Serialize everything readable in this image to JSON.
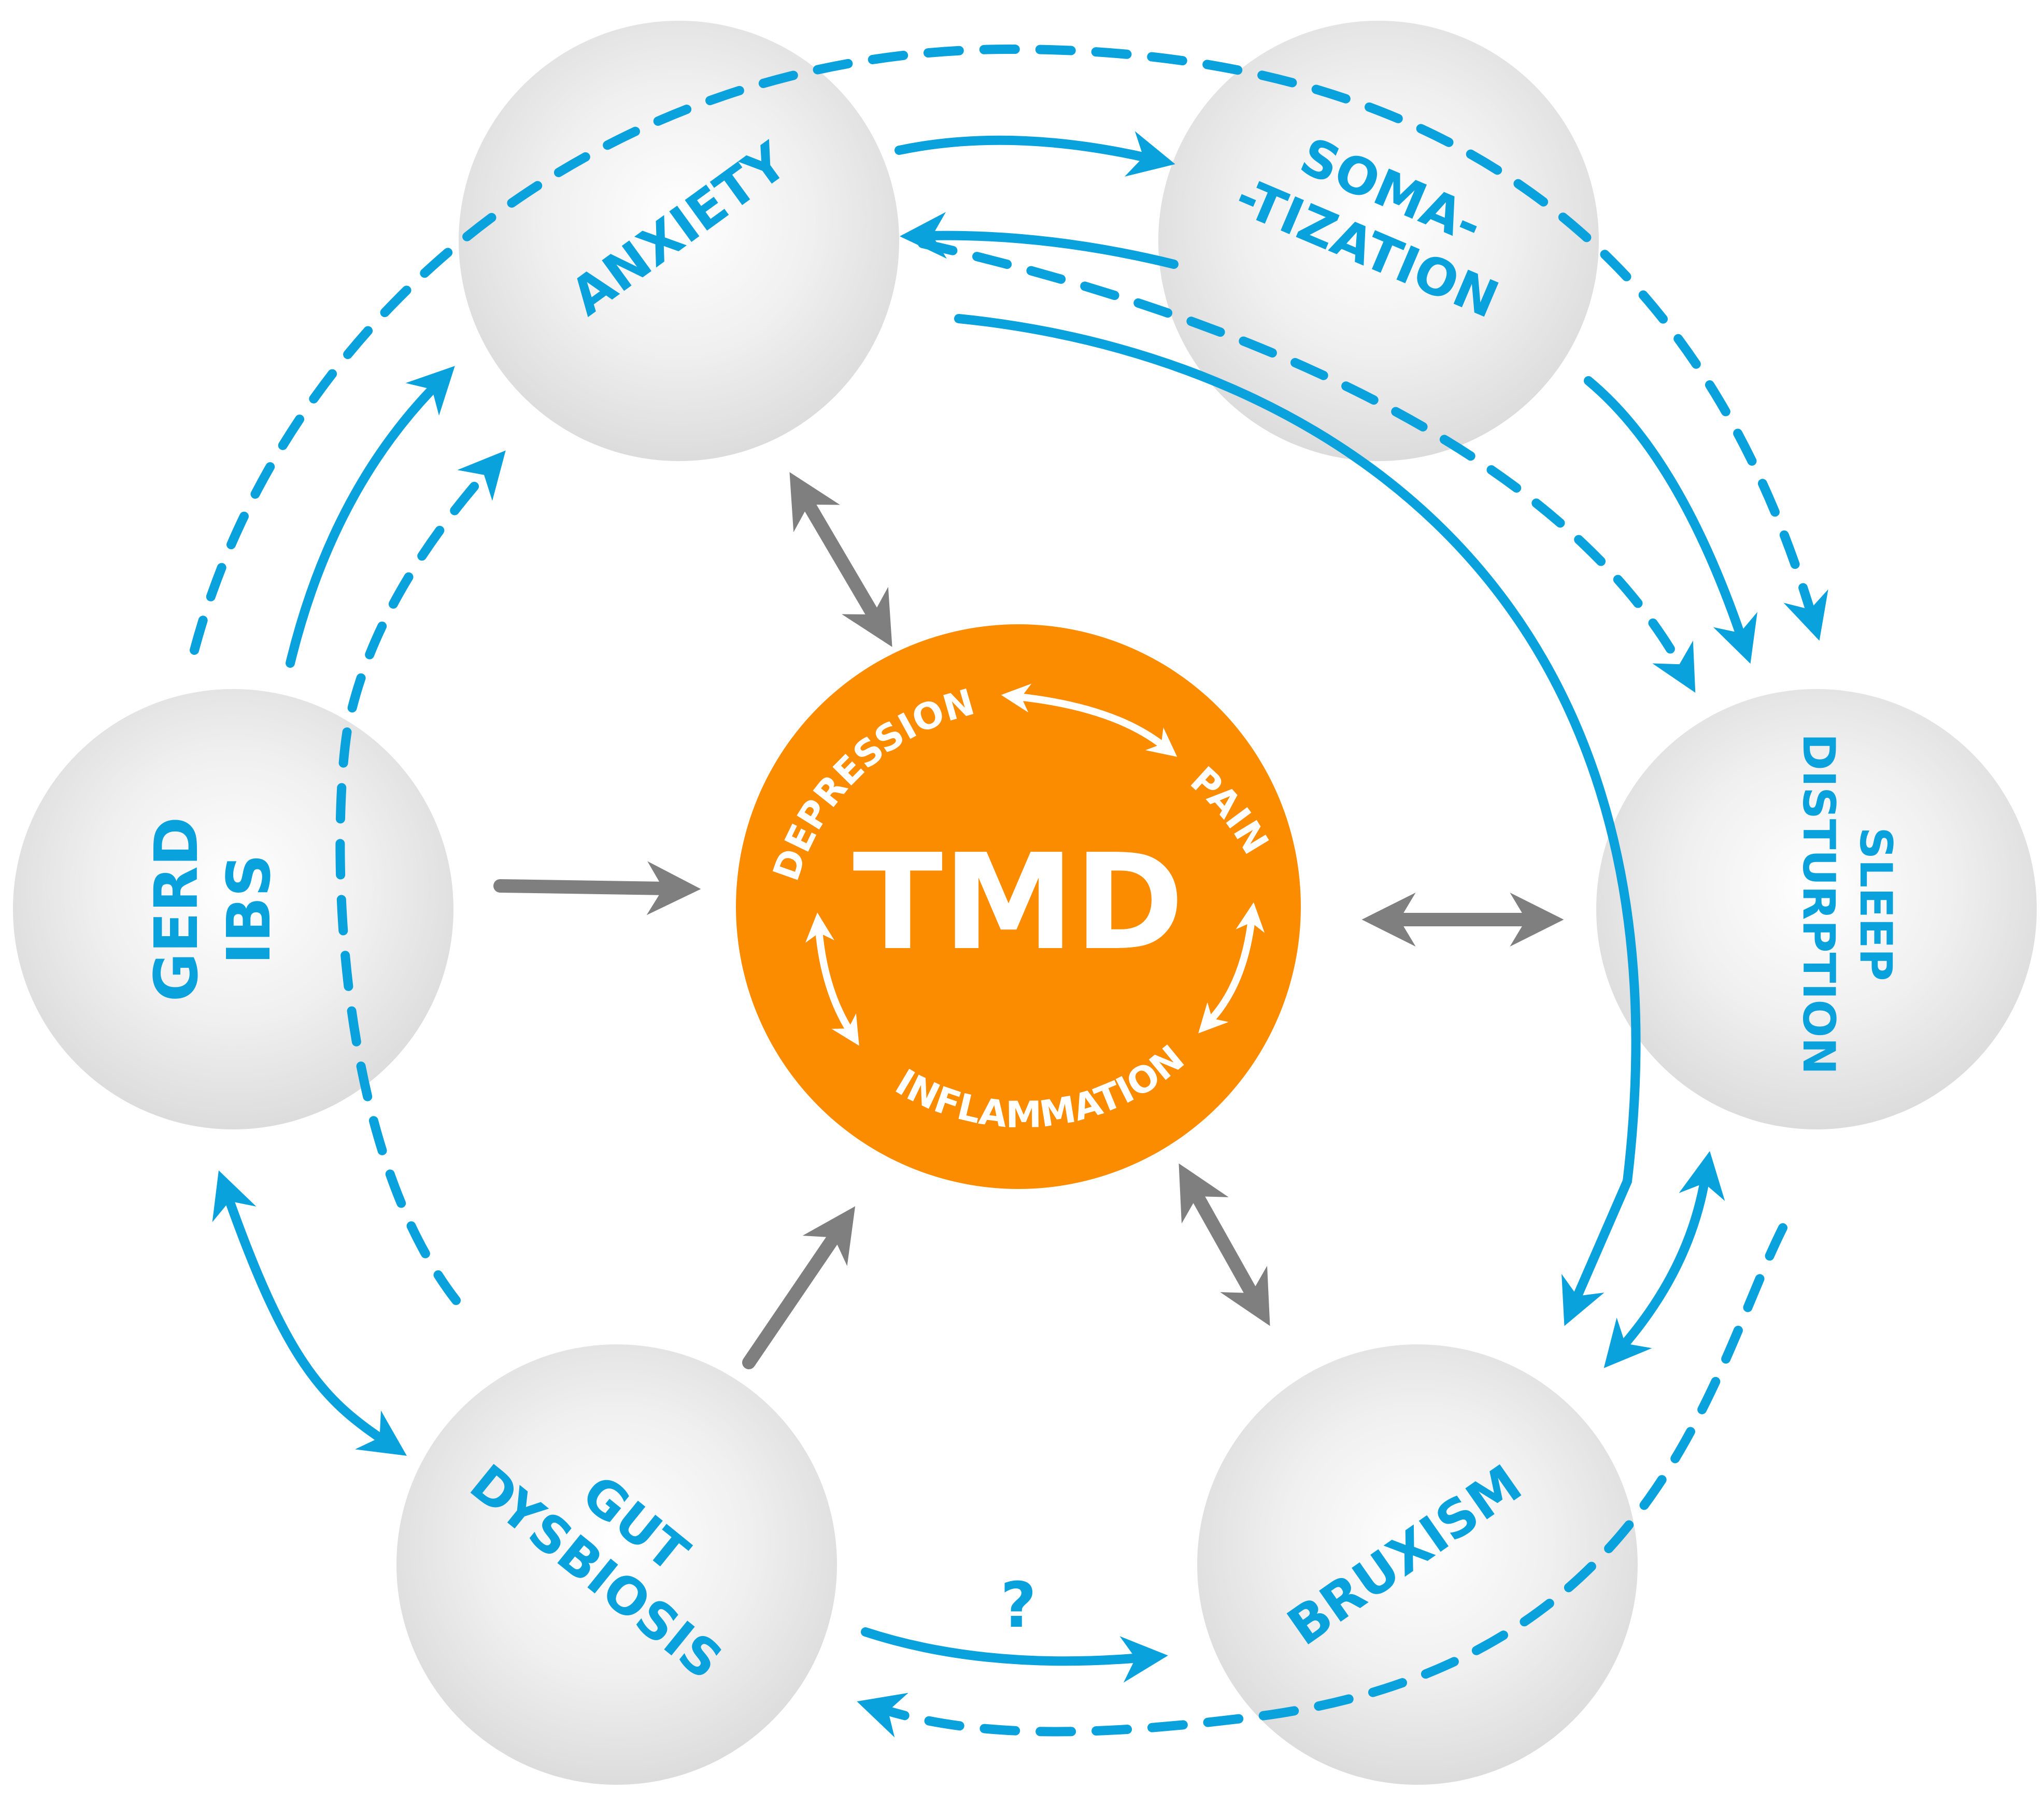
{
  "colors": {
    "accent_blue": "#0aa2dc",
    "center_orange": "#fb8c00",
    "gray_arrow": "#7f7f7f",
    "node_fill": "#e6e6e6"
  },
  "center": {
    "title": "TMD",
    "cycle": [
      "DEPRESSION",
      "PAIN",
      "INFLAMMATION"
    ]
  },
  "nodes": {
    "anxiety": "ANXIETY",
    "somatization": [
      "SOMA-",
      "-TIZATION"
    ],
    "sleep": [
      "SLEEP",
      "DISTURPTION"
    ],
    "bruxism": "BRUXISM",
    "gut": [
      "GUT",
      "DYSBIOSIS"
    ],
    "gerd": [
      "GERD",
      "IBS"
    ]
  },
  "edge_labels": {
    "gut_to_bruxism": "?"
  }
}
